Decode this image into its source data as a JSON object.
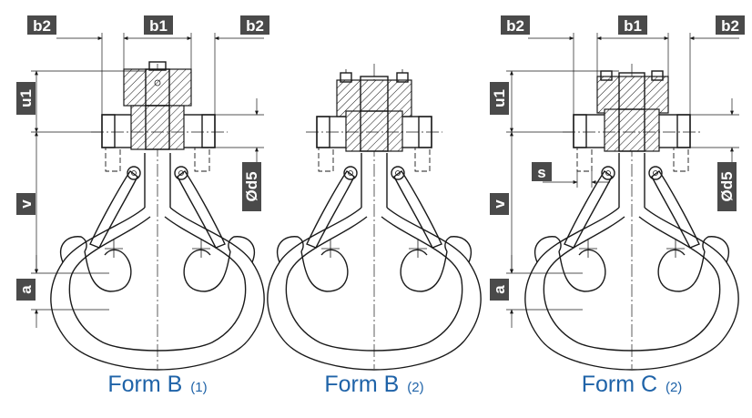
{
  "forms": [
    {
      "title": "Form B",
      "note": "(1)"
    },
    {
      "title": "Form B",
      "note": "(2)"
    },
    {
      "title": "Form C",
      "note": "(2)"
    }
  ],
  "labels": {
    "b1": "b1",
    "b2": "b2",
    "u1": "u1",
    "v": "v",
    "a": "a",
    "d5": "Ød5",
    "s": "s"
  },
  "colors": {
    "caption": "#1f63a8",
    "label_box": "#4a4a4a",
    "line": "#1a1a1a"
  }
}
